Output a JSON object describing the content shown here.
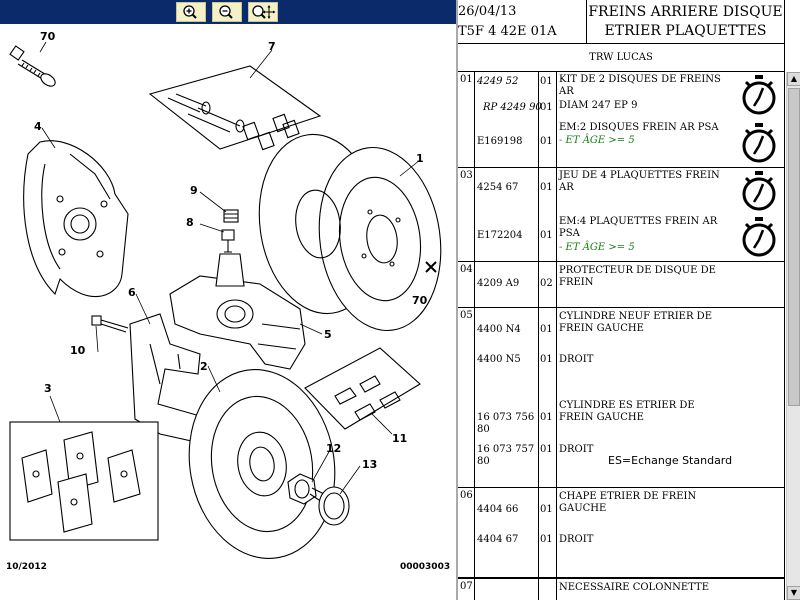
{
  "toolbar": {
    "bg_color": "#0a2a6a",
    "buttons": [
      {
        "icon": "zoom-in-icon"
      },
      {
        "icon": "zoom-out-icon"
      },
      {
        "icon": "zoom-pan-icon"
      }
    ]
  },
  "diagram": {
    "callouts": [
      "70",
      "7",
      "4",
      "1",
      "9",
      "8",
      "6",
      "5",
      "10",
      "70",
      "2",
      "3",
      "12",
      "13",
      "11"
    ],
    "footer_left": "10/2012",
    "footer_right": "00003003"
  },
  "header": {
    "date": "26/04/13",
    "code": "T5F 4 42E 01A",
    "title_line1": "FREINS ARRIERE DISQUE",
    "title_line2": "ETRIER PLAQUETTES"
  },
  "brand": "TRW LUCAS",
  "sections": [
    {
      "no": "01",
      "rows": [
        {
          "ref": "4249 52",
          "qty": "01",
          "desc": "KIT DE 2 DISQUES DE FREINS AR",
          "italic": true
        },
        {
          "ref": "RP 4249 90",
          "qty": "01",
          "desc": "DIAM 247 EP 9",
          "italic": true
        },
        {
          "ref": "E169198",
          "qty": "01",
          "desc": "EM:2 DISQUES FREIN AR PSA",
          "note": "- ET ÂGE >= 5"
        }
      ],
      "timer_icons": 2
    },
    {
      "no": "03",
      "rows": [
        {
          "ref": "4254 67",
          "qty": "01",
          "desc": "JEU DE 4 PLAQUETTES FREIN AR"
        },
        {
          "ref": "E172204",
          "qty": "01",
          "desc": "EM:4 PLAQUETTES FREIN AR PSA",
          "note": "- ET ÂGE >= 5"
        }
      ],
      "timer_icons": 2
    },
    {
      "no": "04",
      "rows": [
        {
          "ref": "4209 A9",
          "qty": "02",
          "desc": "PROTECTEUR DE DISQUE DE FREIN"
        }
      ]
    },
    {
      "no": "05",
      "rows": [
        {
          "ref": "4400 N4",
          "qty": "01",
          "desc": "CYLINDRE NEUF ETRIER DE FREIN GAUCHE"
        },
        {
          "ref": "4400 N5",
          "qty": "01",
          "desc": "DROIT"
        },
        {
          "ref": "16 073 756 80",
          "qty": "01",
          "desc": "CYLINDRE ES ETRIER DE FREIN GAUCHE"
        },
        {
          "ref": "16 073 757 80",
          "qty": "01",
          "desc": "DROIT"
        }
      ],
      "es_note": "ES=Echange Standard"
    },
    {
      "no": "06",
      "rows": [
        {
          "ref": "4404 66",
          "qty": "01",
          "desc": "CHAPE ETRIER DE FREIN GAUCHE"
        },
        {
          "ref": "4404 67",
          "qty": "01",
          "desc": "DROIT"
        }
      ]
    },
    {
      "no": "07",
      "rows": [
        {
          "ref": "",
          "qty": "",
          "desc": "NECESSAIRE COLONNETTE"
        }
      ]
    }
  ],
  "scrollbar": {
    "up": "▲",
    "down": "▼"
  }
}
